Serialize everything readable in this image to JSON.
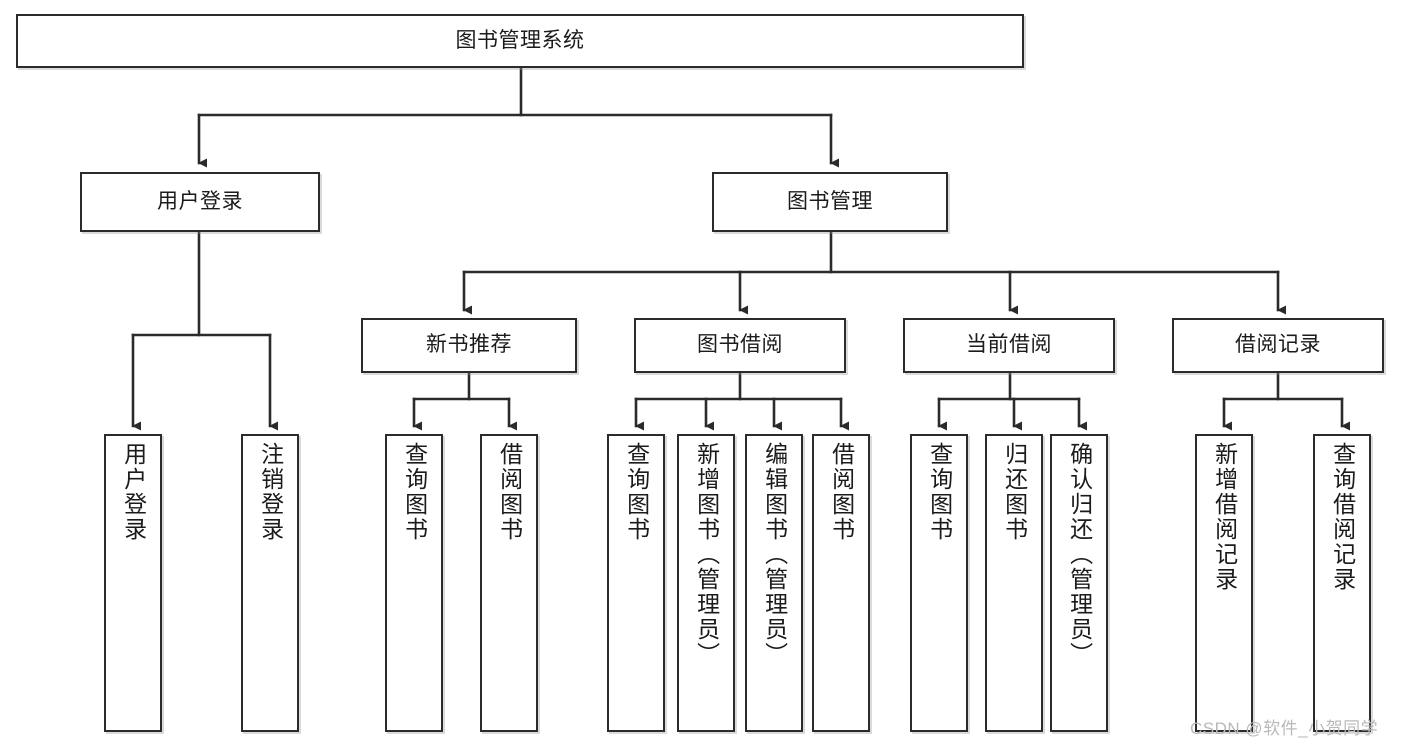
{
  "diagram": {
    "title": "图书管理系统",
    "type": "tree-hierarchy-diagram",
    "root": {
      "id": "root",
      "label": "图书管理系统"
    },
    "level2": [
      {
        "id": "user-login",
        "label": "用户登录"
      },
      {
        "id": "book-management",
        "label": "图书管理"
      }
    ],
    "level3": [
      {
        "id": "new-book-recommend",
        "label": "新书推荐"
      },
      {
        "id": "book-borrow",
        "label": "图书借阅"
      },
      {
        "id": "current-borrow",
        "label": "当前借阅"
      },
      {
        "id": "borrow-record",
        "label": "借阅记录"
      }
    ],
    "leaves": [
      {
        "id": "leaf-user-login",
        "label": "用户登录",
        "parent": "user-login"
      },
      {
        "id": "leaf-logout-login",
        "label": "注销登录",
        "parent": "user-login"
      },
      {
        "id": "leaf-query-book-1",
        "label": "查询图书",
        "parent": "new-book-recommend"
      },
      {
        "id": "leaf-borrow-book-1",
        "label": "借阅图书",
        "parent": "new-book-recommend"
      },
      {
        "id": "leaf-query-book-2",
        "label": "查询图书",
        "parent": "book-borrow"
      },
      {
        "id": "leaf-add-book",
        "label": "新增图书（管理员）",
        "parent": "book-borrow"
      },
      {
        "id": "leaf-edit-book",
        "label": "编辑图书（管理员）",
        "parent": "book-borrow"
      },
      {
        "id": "leaf-borrow-book-2",
        "label": "借阅图书",
        "parent": "book-borrow"
      },
      {
        "id": "leaf-query-book-3",
        "label": "查询图书",
        "parent": "current-borrow"
      },
      {
        "id": "leaf-return-book",
        "label": "归还图书",
        "parent": "current-borrow"
      },
      {
        "id": "leaf-confirm-return",
        "label": "确认归还（管理员）",
        "parent": "current-borrow"
      },
      {
        "id": "leaf-add-record",
        "label": "新增借阅记录",
        "parent": "borrow-record"
      },
      {
        "id": "leaf-query-record",
        "label": "查询借阅记录",
        "parent": "borrow-record"
      }
    ],
    "colors": {
      "stroke": "#2b2b2b",
      "fill": "#ffffff",
      "text": "#1b1b1b",
      "watermark": "#b9b9b9"
    }
  },
  "watermark": {
    "text": "CSDN @软件_小贺同学"
  }
}
